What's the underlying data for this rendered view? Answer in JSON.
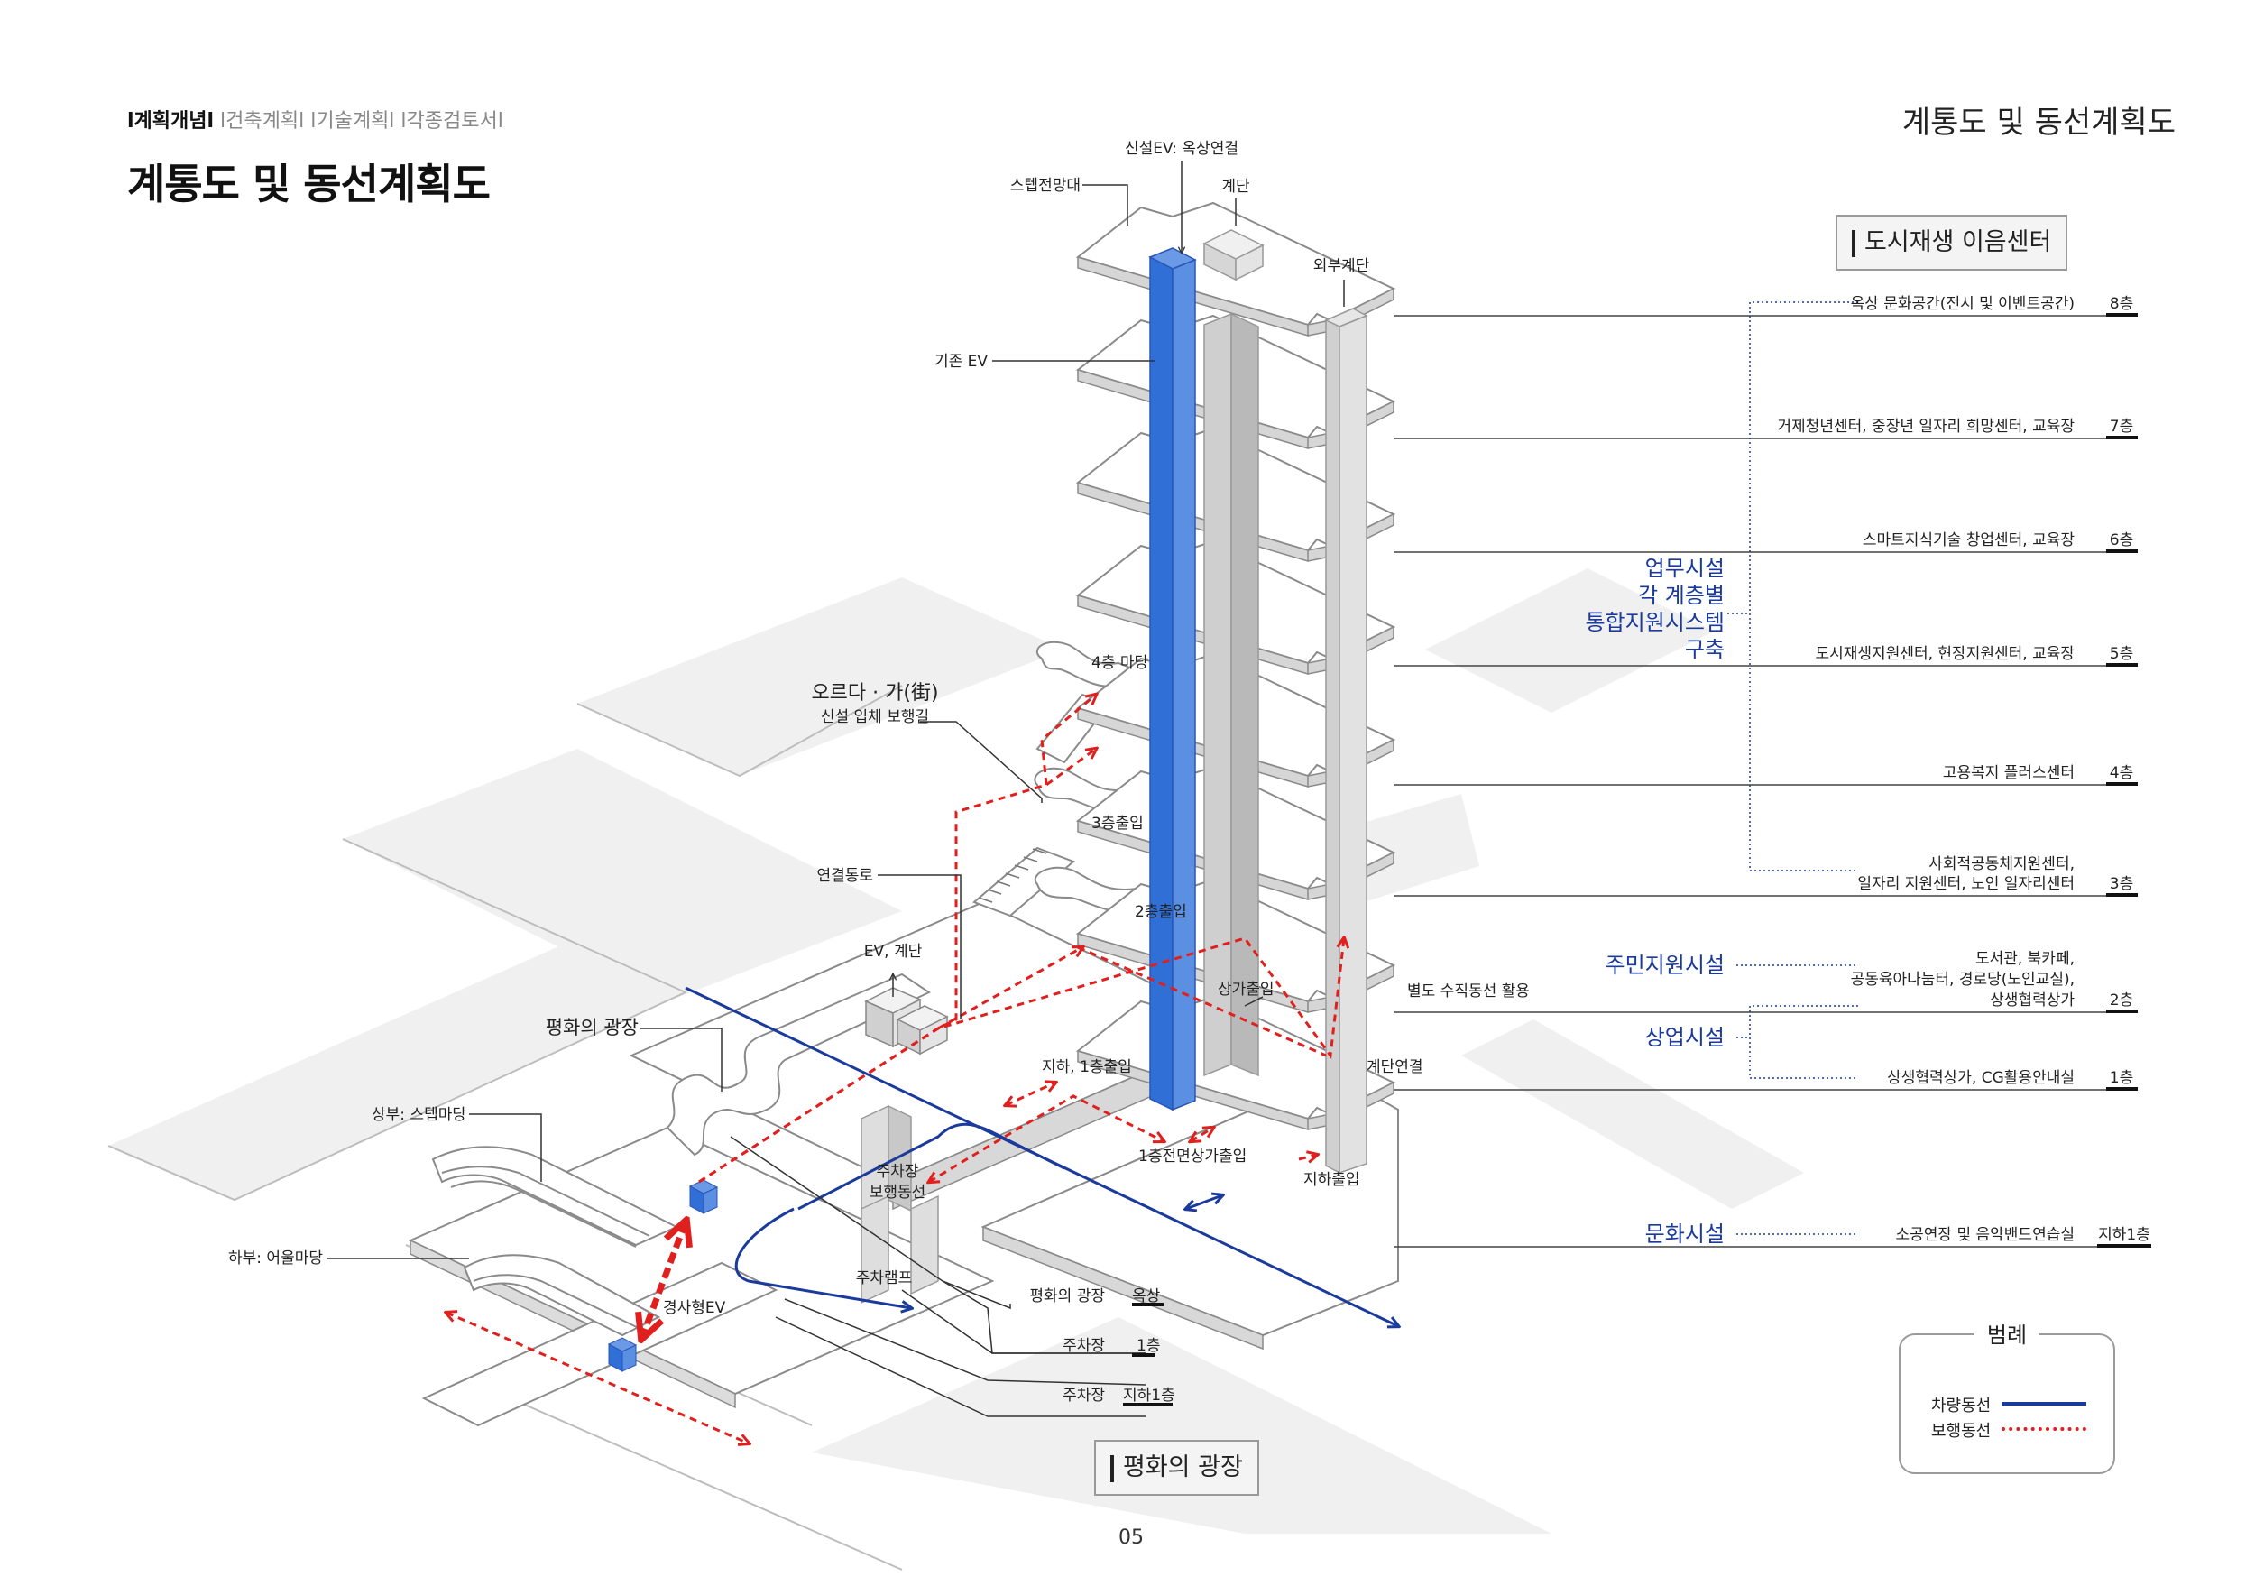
{
  "header": {
    "breadcrumb": [
      "l계획개념l",
      "l건축계획l",
      "l기술계획l",
      "l각종검토서l"
    ],
    "page_title": "계통도 및 동선계획도",
    "section_title": "계통도 및 동선계획도"
  },
  "box_labels": {
    "top": "도시재생 이음센터",
    "bottom": "평화의 광장"
  },
  "callouts": {
    "new_ev": "신설EV: 옥상연결",
    "step_deck": "스텝전망대",
    "stairs": "계단",
    "ext_stairs": "외부계단",
    "existing_ev": "기존 EV",
    "yard_4f": "4층 마당",
    "orda_title": "오르다 · 가(街)",
    "orda_sub": "신설 입체 보행길",
    "entry_3f": "3층출입",
    "corridor": "연결통로",
    "entry_2f": "2층출입",
    "ev_stairs": "EV, 계단",
    "shop_entry": "상가출입",
    "vertical_sep": "별도 수직동선 활용",
    "plaza": "평화의 광장",
    "basement_1f_entry": "지하, 1층출입",
    "stair_link": "계단연결",
    "upper_step": "상부: 스텝마당",
    "front_shop_entry": "1층전면상가출입",
    "parking_ped": "주차장",
    "parking_ped2": "보행동선",
    "basement_exit": "지하출입",
    "lower_yard": "하부: 어울마당",
    "parking_ramp": "주차램프",
    "slope_ev": "경사형EV"
  },
  "bottom_levels": [
    {
      "name": "평화의 광장",
      "floor": "옥상"
    },
    {
      "name": "주차장",
      "floor": "1층"
    },
    {
      "name": "주차장",
      "floor": "지하1층"
    }
  ],
  "floors": [
    {
      "desc": "옥상 문화공간(전시 및 이벤트공간)",
      "floor": "8층"
    },
    {
      "desc": "거제청년센터, 중장년 일자리 희망센터, 교육장",
      "floor": "7층"
    },
    {
      "desc": "스마트지식기술 창업센터, 교육장",
      "floor": "6층"
    },
    {
      "desc": "도시재생지원센터, 현장지원센터, 교육장",
      "floor": "5층"
    },
    {
      "desc": "고용복지 플러스센터",
      "floor": "4층"
    },
    {
      "desc": "사회적공동체지원센터,",
      "desc2": "일자리 지원센터, 노인 일자리센터",
      "floor": "3층"
    },
    {
      "desc": "도서관, 북카페,",
      "desc2": "공동육아나눔터, 경로당(노인교실),",
      "desc3": "상생협력상가",
      "floor": "2층"
    },
    {
      "desc": "상생협력상가, CG활용안내실",
      "floor": "1층"
    },
    {
      "desc": "소공연장 및 음악밴드연습실",
      "floor": "지하1층"
    }
  ],
  "categories": {
    "office": [
      "업무시설",
      "각 계층별",
      "통합지원시스템",
      "구축"
    ],
    "resident": "주민지원시설",
    "commercial": "상업시설",
    "culture": "문화시설"
  },
  "legend": {
    "title": "범례",
    "vehicle": "차량동선",
    "pedestrian": "보행동선",
    "vehicle_color": "#1a3a9c",
    "pedestrian_color": "#e0201e"
  },
  "page_number": "05"
}
